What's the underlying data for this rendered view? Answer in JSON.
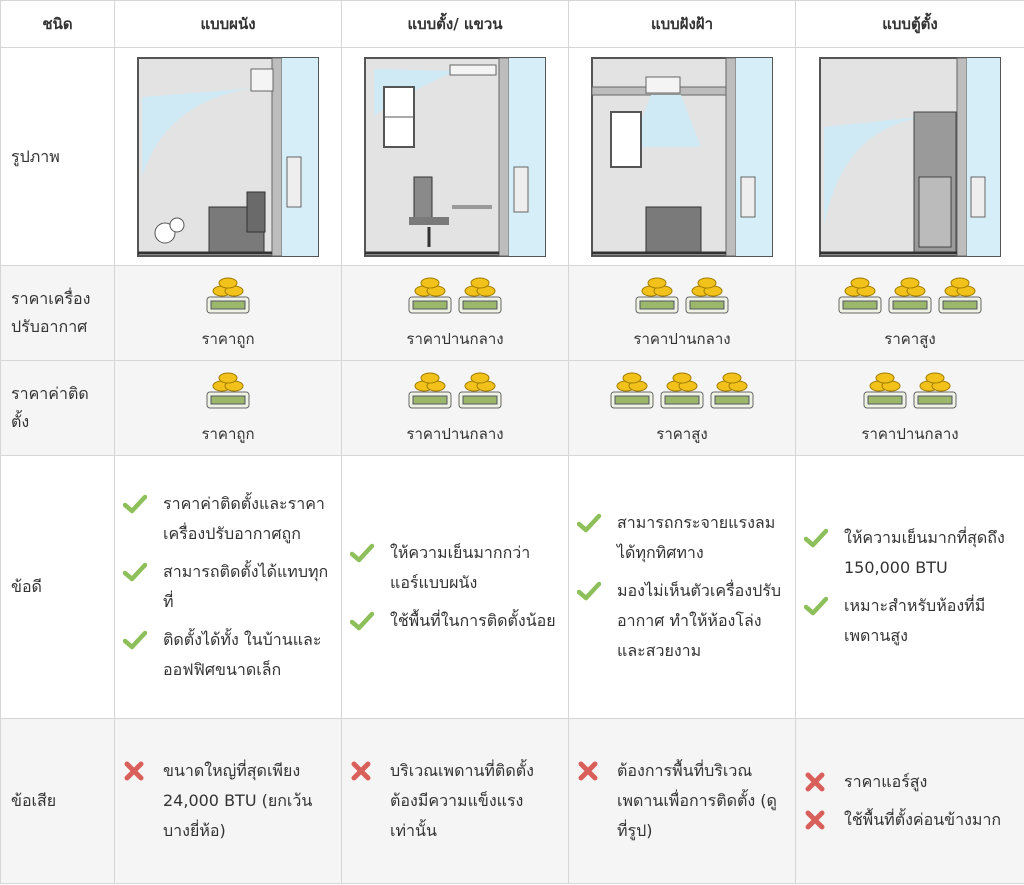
{
  "header": {
    "type_label": "ชนิด",
    "columns": [
      "แบบผนัง",
      "แบบตั้ง/ แขวน",
      "แบบฝังฝ้า",
      "แบบตู้ตั้ง"
    ]
  },
  "rows": {
    "image": "รูปภาพ",
    "machine_price": "ราคาเครื่อง\nปรับอากาศ",
    "install_price": "ราคาค่าติด\nตั้ง",
    "pros": "ข้อดี",
    "cons": "ข้อเสีย"
  },
  "machine_price": [
    {
      "label": "ราคาถูก",
      "level": 1
    },
    {
      "label": "ราคาปานกลาง",
      "level": 2
    },
    {
      "label": "ราคาปานกลาง",
      "level": 2
    },
    {
      "label": "ราคาสูง",
      "level": 3
    }
  ],
  "install_price": [
    {
      "label": "ราคาถูก",
      "level": 1
    },
    {
      "label": "ราคาปานกลาง",
      "level": 2
    },
    {
      "label": "ราคาสูง",
      "level": 3
    },
    {
      "label": "ราคาปานกลาง",
      "level": 2
    }
  ],
  "pros": [
    [
      "ราคาค่าติดตั้งและราคาเครื่องปรับอากาศถูก",
      "สามารถติดตั้งได้แทบทุกที่",
      "ติดตั้งได้ทั้ง ในบ้านและออฟฟิศขนาดเล็ก"
    ],
    [
      "ให้ความเย็นมากกว่าแอร์แบบผนัง",
      "ใช้พื้นที่ในการติดตั้งน้อย"
    ],
    [
      "สามารถกระจายแรงลมได้ทุกทิศทาง",
      "มองไม่เห็นตัวเครื่องปรับอากาศ ทำให้ห้องโล่งและสวยงาม"
    ],
    [
      "ให้ความเย็นมากที่สุดถึง 150,000 BTU",
      "เหมาะสำหรับห้องที่มีเพดานสูง"
    ]
  ],
  "cons": [
    [
      "ขนาดใหญ่ที่สุดเพียง 24,000 BTU (ยกเว้นบางยี่ห้อ)"
    ],
    [
      "บริเวณเพดานที่ติดตั้งต้องมีความแข็งแรงเท่านั้น"
    ],
    [
      "ต้องการพื้นที่บริเวณเพดานเพื่อการติดตั้ง (ดูที่รูป)"
    ],
    [
      "ราคาแอร์สูง",
      "ใช้พื้นที่ตั้งค่อนข้างมาก"
    ]
  ],
  "colors": {
    "check": "#8dbf5a",
    "cross": "#d9605a",
    "gold": "#f2c21a",
    "cash": "#9bb86a"
  }
}
